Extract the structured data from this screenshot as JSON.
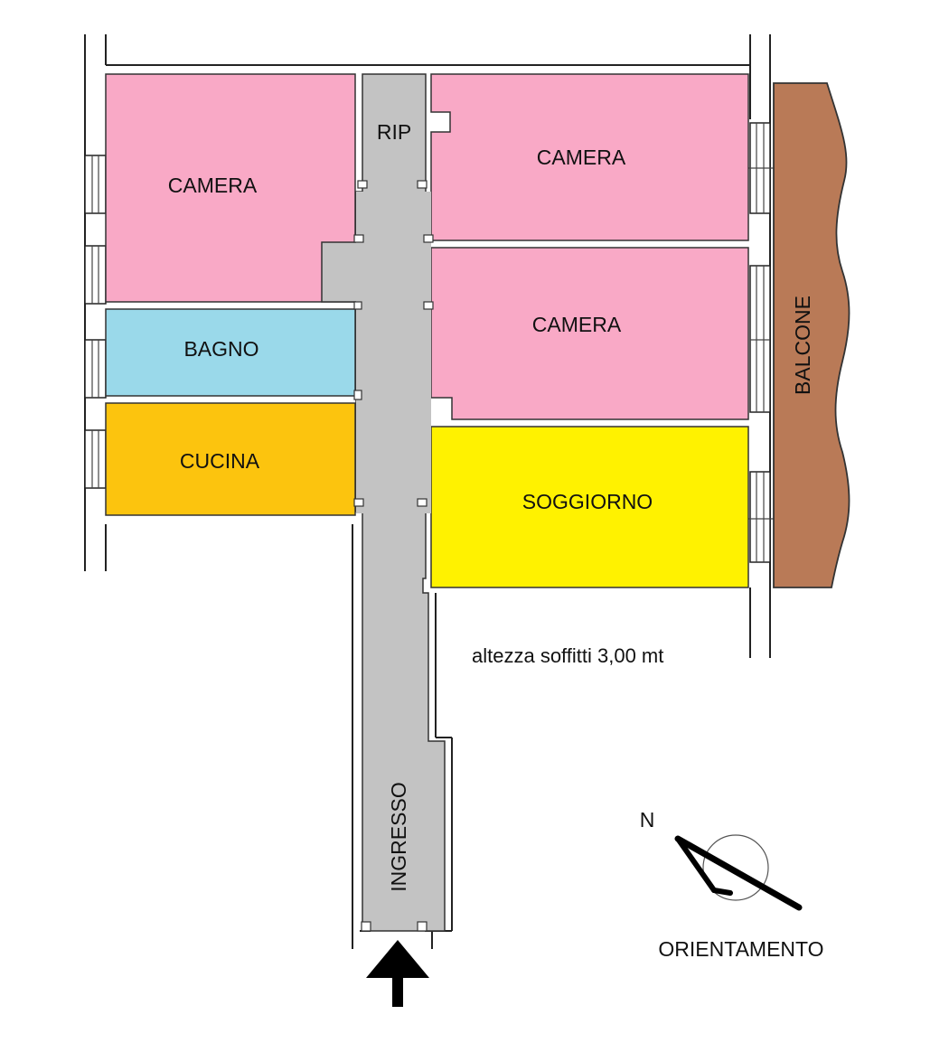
{
  "rooms": {
    "camera_left": {
      "label": "CAMERA",
      "color": "#f9a9c6"
    },
    "camera_top_right": {
      "label": "CAMERA",
      "color": "#f9a9c6"
    },
    "camera_mid_right": {
      "label": "CAMERA",
      "color": "#f9a9c6"
    },
    "bagno": {
      "label": "BAGNO",
      "color": "#9ad9ea"
    },
    "cucina": {
      "label": "CUCINA",
      "color": "#fcc40e"
    },
    "soggiorno": {
      "label": "SOGGIORNO",
      "color": "#fff200"
    },
    "rip": {
      "label": "RIP",
      "color": "#c3c3c3"
    },
    "ingresso": {
      "label": "INGRESSO",
      "color": "#c3c3c3"
    },
    "balcone": {
      "label": "BALCONE",
      "color": "#b97a57"
    }
  },
  "notes": {
    "ceiling_height": "altezza soffitti 3,00 mt"
  },
  "compass": {
    "north_label": "N",
    "caption": "ORIENTAMENTO"
  },
  "entrance_arrow": {
    "icon": "arrow-up-icon"
  }
}
